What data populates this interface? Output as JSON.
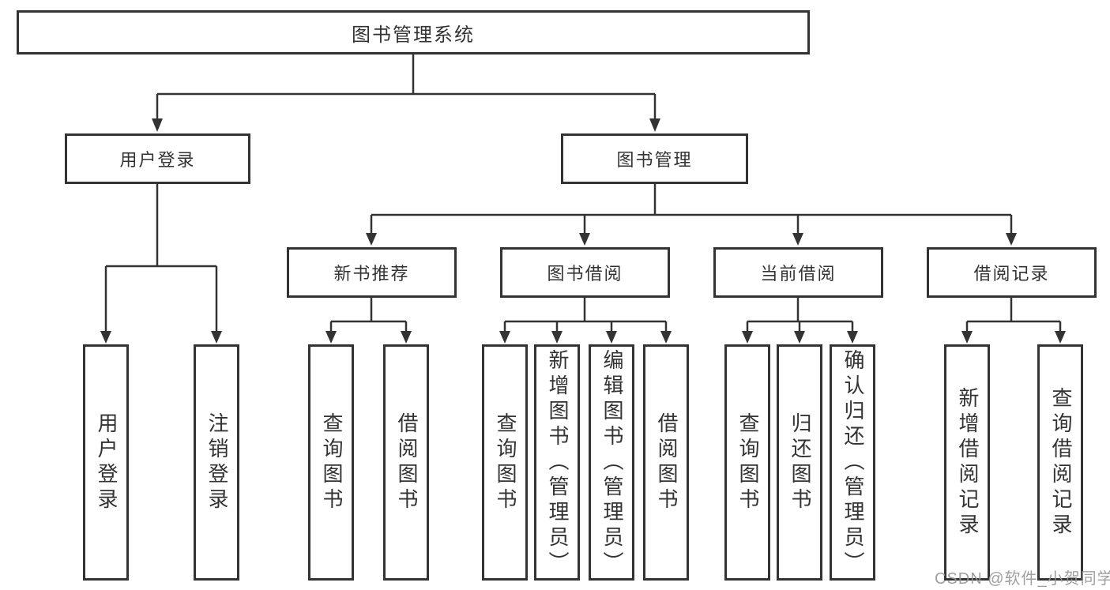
{
  "diagram": {
    "type": "hierarchy-tree",
    "tree": {
      "label": "图书管理系统",
      "children": [
        {
          "label": "用户登录",
          "children": [
            {
              "label": "用户登录"
            },
            {
              "label": "注销登录"
            }
          ]
        },
        {
          "label": "图书管理",
          "children": [
            {
              "label": "新书推荐",
              "children": [
                {
                  "label": "查询图书"
                },
                {
                  "label": "借阅图书"
                }
              ]
            },
            {
              "label": "图书借阅",
              "children": [
                {
                  "label": "查询图书"
                },
                {
                  "label": "新增图书（管理员）"
                },
                {
                  "label": "编辑图书（管理员）"
                },
                {
                  "label": "借阅图书"
                }
              ]
            },
            {
              "label": "当前借阅",
              "children": [
                {
                  "label": "查询图书"
                },
                {
                  "label": "归还图书"
                },
                {
                  "label": "确认归还（管理员）"
                }
              ]
            },
            {
              "label": "借阅记录",
              "children": [
                {
                  "label": "新增借阅记录"
                },
                {
                  "label": "查询借阅记录"
                }
              ]
            }
          ]
        }
      ]
    },
    "watermark": {
      "text": "CSDN @软件_小贺同学"
    },
    "colors": {
      "line": "#333333",
      "box_border": "#333333",
      "box_background": "#ffffff",
      "text": "#333333",
      "watermark": "#969696",
      "page_background": "#ffffff"
    }
  }
}
